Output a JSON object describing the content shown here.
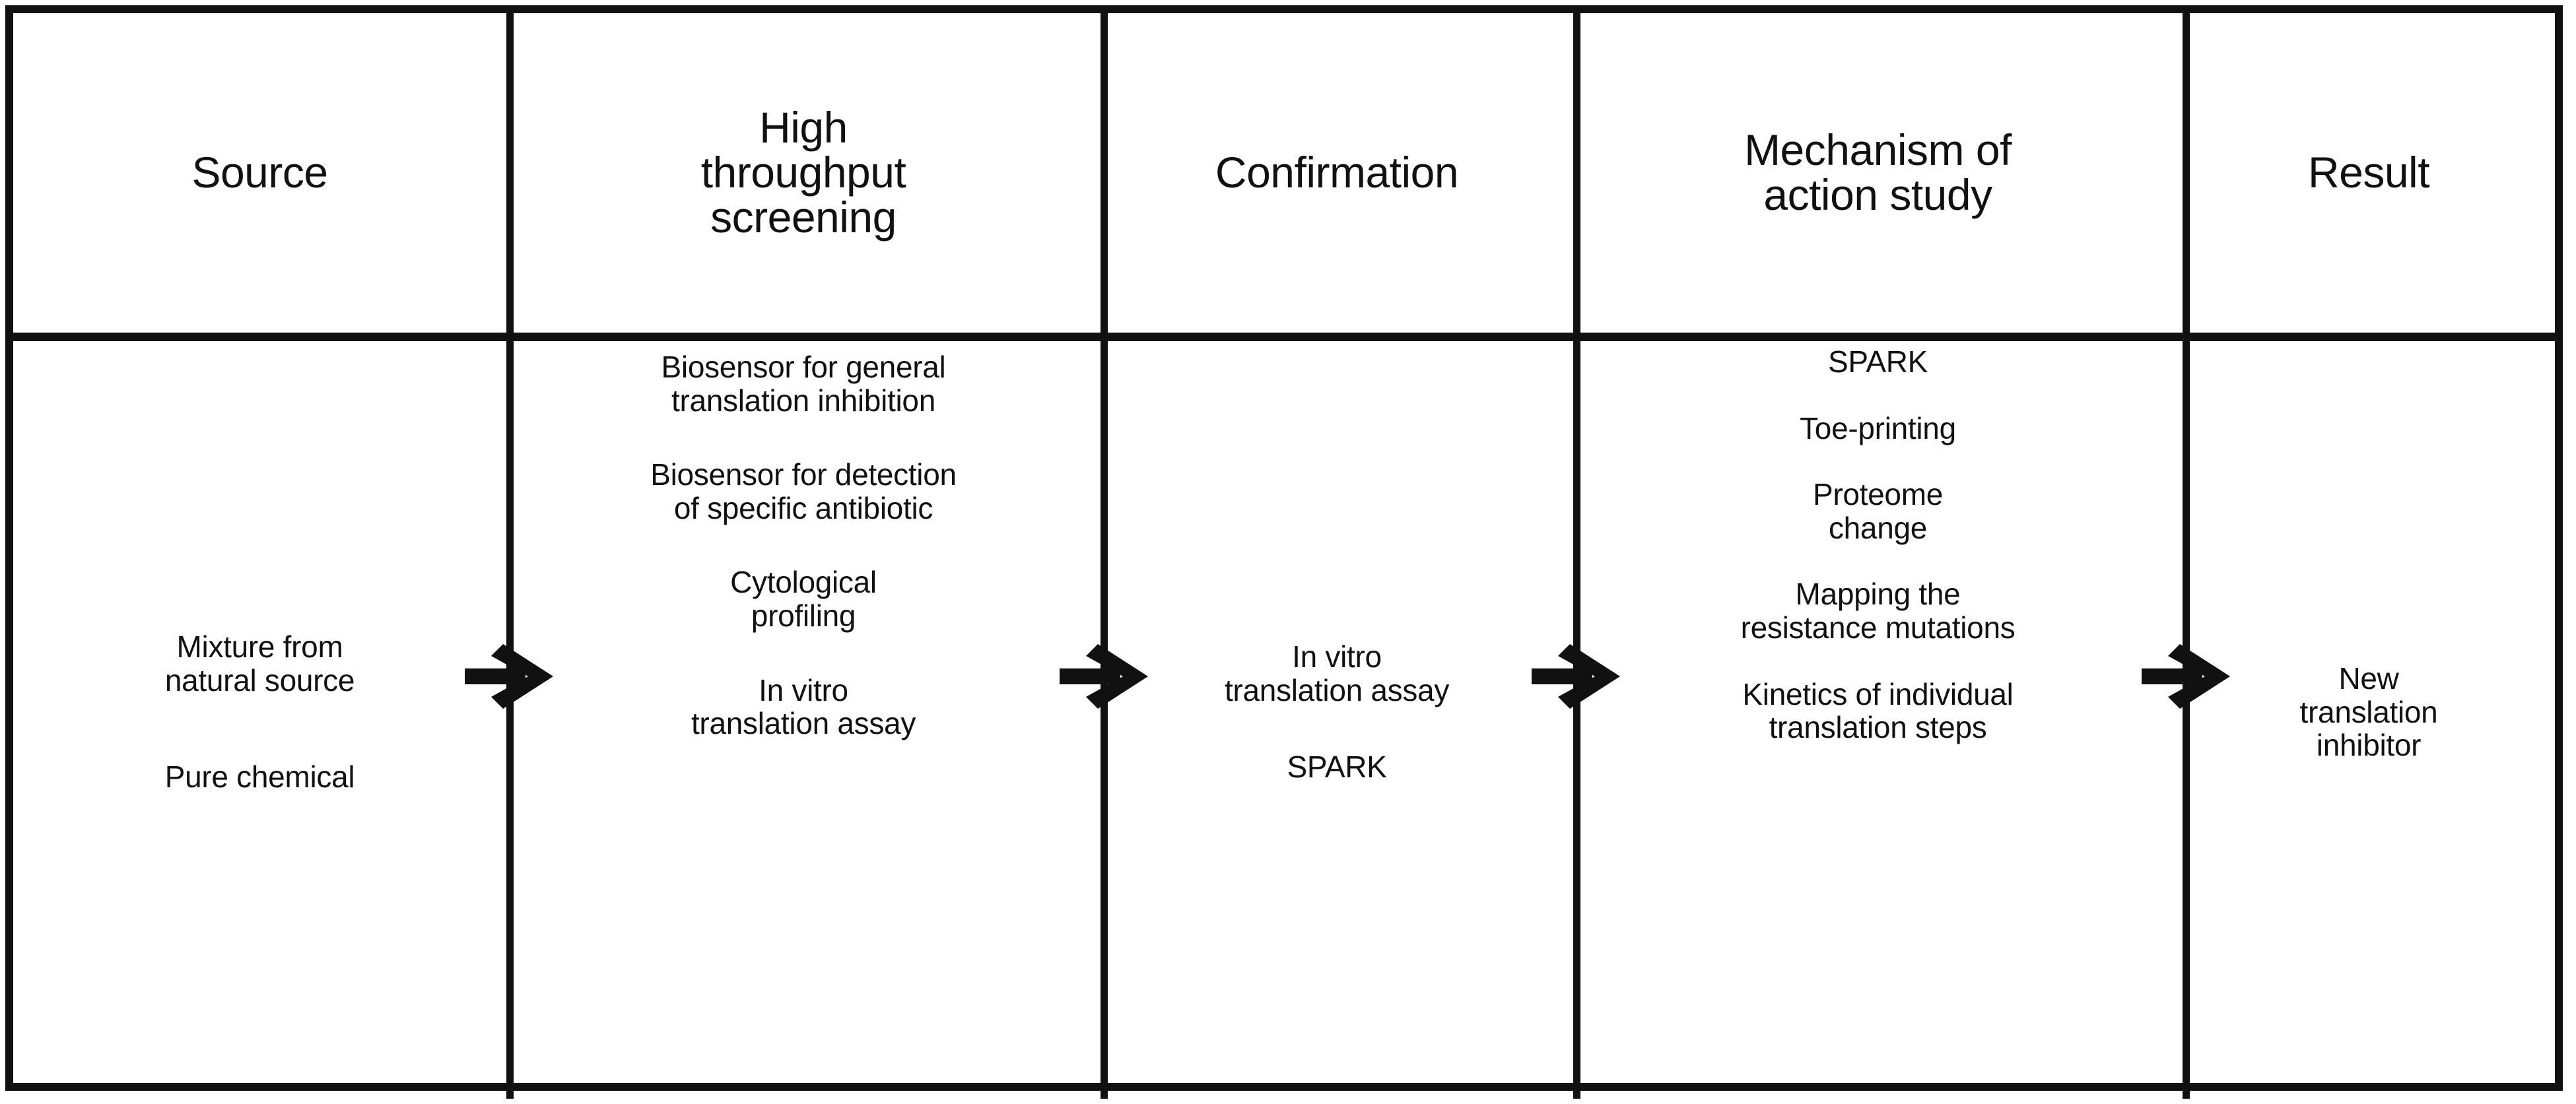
{
  "figure": {
    "kind": "workflow-table",
    "colors": {
      "ink": "#111111",
      "background": "#ffffff"
    }
  },
  "columns": [
    {
      "key": "source",
      "header": "Source",
      "items": [
        "Mixture from\nnatural source",
        "Pure chemical"
      ]
    },
    {
      "key": "high-throughput-screening",
      "header": "High\nthroughput\nscreening",
      "items": [
        "Biosensor for general\ntranslation inhibition",
        "Biosensor for detection\nof specific antibiotic",
        "Cytological\nprofiling",
        "In vitro\ntranslation assay"
      ]
    },
    {
      "key": "confirmation",
      "header": "Confirmation",
      "items": [
        "In vitro\ntranslation assay",
        "SPARK"
      ]
    },
    {
      "key": "mechanism-of-action-study",
      "header": "Mechanism of\naction study",
      "items": [
        "SPARK",
        "Toe-printing",
        "Proteome\nchange",
        "Mapping the\nresistance mutations",
        "Kinetics of individual\ntranslation steps"
      ]
    },
    {
      "key": "result",
      "header": "Result",
      "items": [
        "New\ntranslation\ninhibitor"
      ]
    }
  ],
  "arrows": [
    {
      "key": "arrow-source-to-screening",
      "from": "source",
      "to": "high-throughput-screening",
      "direction": "right"
    },
    {
      "key": "arrow-screening-to-confirmation",
      "from": "high-throughput-screening",
      "to": "confirmation",
      "direction": "right"
    },
    {
      "key": "arrow-confirmation-to-mechanism",
      "from": "confirmation",
      "to": "mechanism-of-action-study",
      "direction": "right"
    },
    {
      "key": "arrow-mechanism-to-result",
      "from": "mechanism-of-action-study",
      "to": "result",
      "direction": "right"
    }
  ]
}
